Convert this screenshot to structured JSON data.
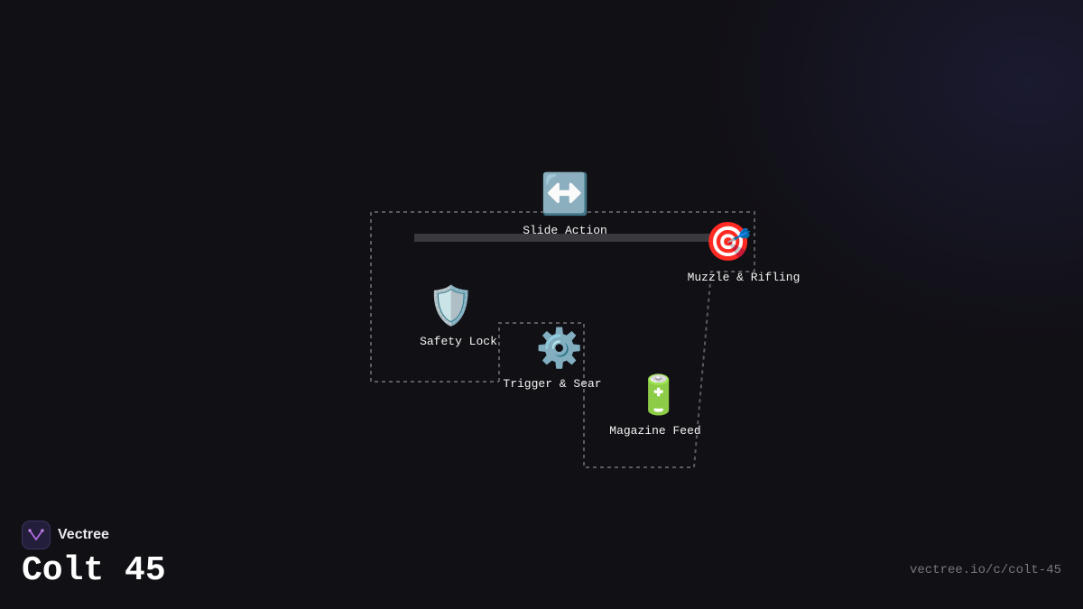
{
  "brand": {
    "name": "Vectree",
    "logo_icon": "vectree-logo-icon"
  },
  "title": "Colt 45",
  "url": "vectree.io/c/colt-45",
  "diagram": {
    "nodes": [
      {
        "id": "slide",
        "label": "Slide Action",
        "icon": "↔️",
        "icon_name": "left-right-arrow-icon"
      },
      {
        "id": "muzzle",
        "label": "Muzzle & Rifling",
        "icon": "🎯",
        "icon_name": "target-icon"
      },
      {
        "id": "safety",
        "label": "Safety Lock",
        "icon": "🛡️",
        "icon_name": "shield-icon"
      },
      {
        "id": "trigger",
        "label": "Trigger & Sear",
        "icon": "⚙️",
        "icon_name": "gear-icon"
      },
      {
        "id": "magazine",
        "label": "Magazine Feed",
        "icon": "🔋",
        "icon_name": "battery-icon"
      }
    ],
    "links": [
      {
        "from": "slide",
        "to": "muzzle",
        "style": "solid"
      },
      {
        "from": "slide",
        "to": "safety",
        "style": "dashed"
      },
      {
        "from": "slide",
        "to": "muzzle",
        "style": "dashed"
      },
      {
        "from": "safety",
        "to": "trigger",
        "style": "dashed"
      },
      {
        "from": "trigger",
        "to": "magazine",
        "style": "dashed"
      },
      {
        "from": "magazine",
        "to": "muzzle",
        "style": "dashed"
      }
    ]
  },
  "colors": {
    "background": "#111015",
    "connector_solid": "#3a3a3e",
    "connector_dashed": "#5a5a60",
    "accent": "#b06be0"
  }
}
